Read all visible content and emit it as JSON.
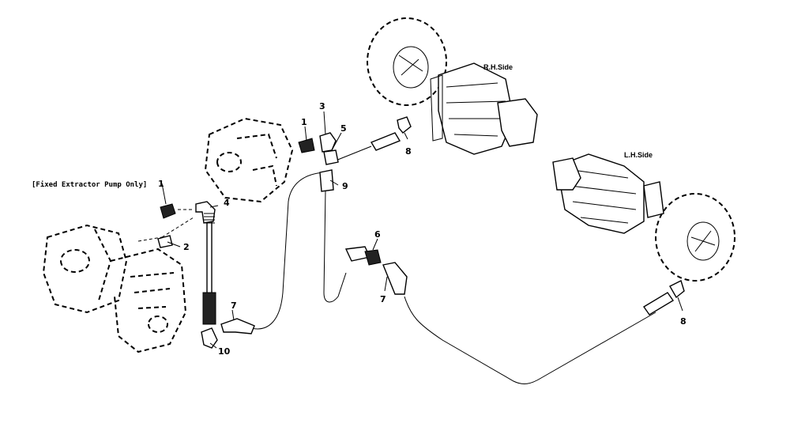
{
  "labels": {
    "note": "[Fixed Extractor Pump Only]",
    "rh_side": "R.H.Side",
    "lh_side": "L.H.Side",
    "p1a": "1",
    "p1b": "1",
    "p2": "2",
    "p3": "3",
    "p4": "4",
    "p5": "5",
    "p6": "6",
    "p7a": "7",
    "p7b": "7",
    "p8a": "8",
    "p8b": "8",
    "p9": "9",
    "p10": "10"
  }
}
